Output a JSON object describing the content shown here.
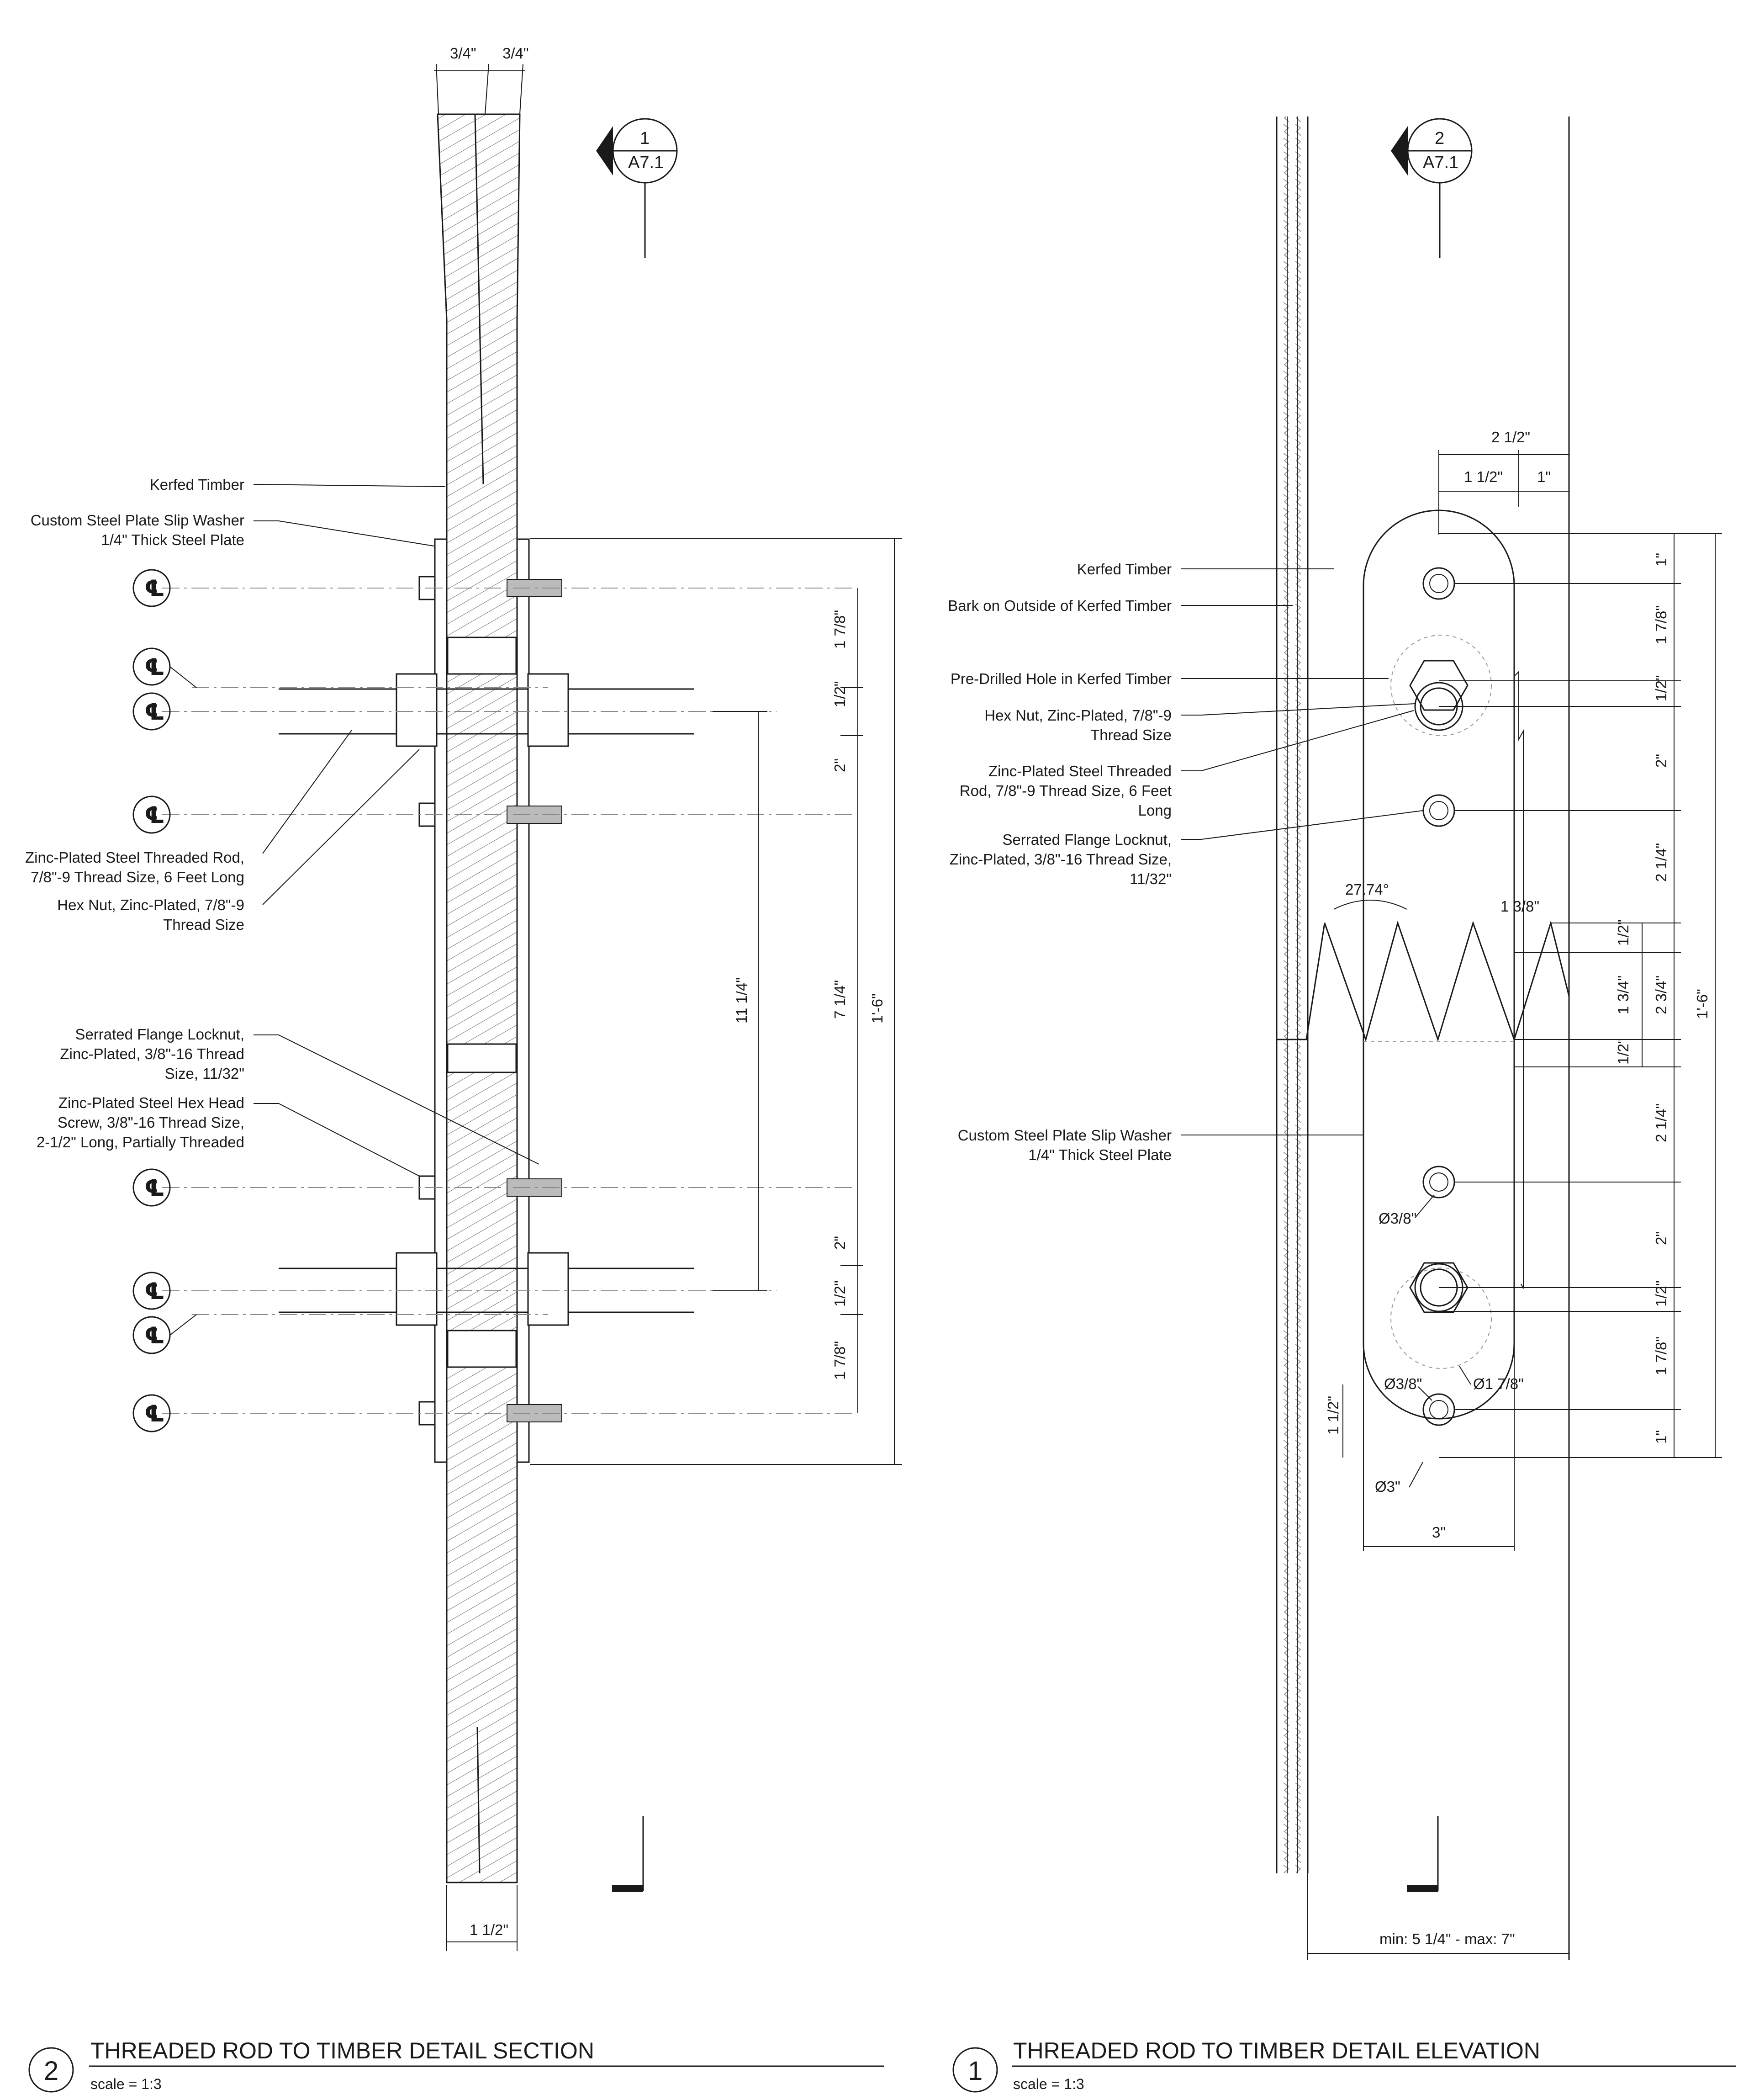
{
  "section": {
    "number": "2",
    "title": "THREADED ROD TO TIMBER DETAIL SECTION",
    "scale": "scale = 1:3",
    "cut_tag": {
      "number": "1",
      "sheet": "A7.1"
    },
    "labels": {
      "kerfed_timber": "Kerfed Timber",
      "washer_1": "Custom Steel Plate Slip Washer",
      "washer_2": "1/4\" Thick Steel Plate",
      "rod_1": "Zinc-Plated Steel Threaded Rod,",
      "rod_2": "7/8\"-9 Thread Size, 6 Feet Long",
      "hexnut_1": "Hex Nut, Zinc-Plated, 7/8\"-9",
      "hexnut_2": "Thread Size",
      "locknut_1": "Serrated Flange Locknut,",
      "locknut_2": "Zinc-Plated, 3/8\"-16 Thread",
      "locknut_3": "Size, 11/32\"",
      "screw_1": "Zinc-Plated Steel Hex Head",
      "screw_2": "Screw, 3/8\"-16 Thread Size,",
      "screw_3": "2-1/2\" Long, Partially Threaded"
    },
    "centerline_symbol": "℄",
    "dims": {
      "top_a": "3/4\"",
      "top_b": "3/4\"",
      "d1": "1 7/8\"",
      "d2": "1/2\"",
      "d3": "2\"",
      "d4": "7 1/4\"",
      "d5": "2\"",
      "d6": "1/2\"",
      "d7": "1 7/8\"",
      "overall_a": "11 1/4\"",
      "overall_b": "1'-6\"",
      "bottom": "1 1/2\""
    }
  },
  "elevation": {
    "number": "1",
    "title": "THREADED ROD TO TIMBER DETAIL ELEVATION",
    "scale": "scale = 1:3",
    "cut_tag": {
      "number": "2",
      "sheet": "A7.1"
    },
    "labels": {
      "kerfed_timber": "Kerfed Timber",
      "bark": "Bark on Outside of Kerfed Timber",
      "predrilled": "Pre-Drilled Hole in Kerfed Timber",
      "hexnut_1": "Hex Nut, Zinc-Plated, 7/8\"-9",
      "hexnut_2": "Thread Size",
      "rod_1": "Zinc-Plated Steel Threaded",
      "rod_2": "Rod, 7/8\"-9 Thread Size, 6 Feet",
      "rod_3": "Long",
      "locknut_1": "Serrated Flange Locknut,",
      "locknut_2": "Zinc-Plated, 3/8\"-16 Thread Size,",
      "locknut_3": "11/32\"",
      "washer_1": "Custom Steel Plate Slip Washer",
      "washer_2": "1/4\" Thick Steel Plate"
    },
    "dims": {
      "top_total": "2 1/2\"",
      "top_a": "1 1/2\"",
      "top_b": "1\"",
      "angle": "27.74°",
      "tooth": "1 3/8\"",
      "r1": "1\"",
      "r2": "1 7/8\"",
      "r3": "1/2\"",
      "r4": "2\"",
      "r5": "2 1/4\"",
      "r6": "1/2\"",
      "r7": "1 3/4\"",
      "r8": "1/2\"",
      "r9": "2 1/4\"",
      "r10": "2\"",
      "r11": "1/2\"",
      "r12": "1 7/8\"",
      "r13": "1\"",
      "tooth_total": "2 3/4\"",
      "overall": "1'-6\"",
      "hole_small_a": "Ø3/8\"",
      "hole_small_b": "Ø3/8\"",
      "hole_large": "Ø1 7/8\"",
      "end_radius": "Ø3\"",
      "left_small": "1 1/2\"",
      "width": "3\"",
      "timber_width": "min: 5 1/4\" - max: 7\""
    }
  }
}
